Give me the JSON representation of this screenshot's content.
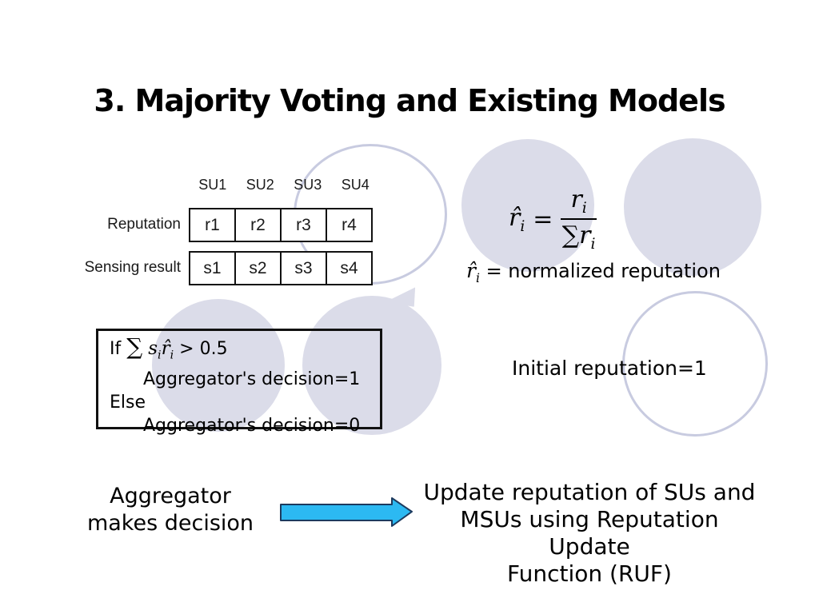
{
  "slide": {
    "title": "3. Majority Voting and Existing Models",
    "table": {
      "col_headers": [
        "SU1",
        "SU2",
        "SU3",
        "SU4"
      ],
      "rows": [
        {
          "label": "Reputation",
          "cells": [
            "r1",
            "r2",
            "r3",
            "r4"
          ]
        },
        {
          "label": "Sensing result",
          "cells": [
            "s1",
            "s2",
            "s3",
            "s4"
          ]
        }
      ]
    },
    "formula": {
      "rhat": "r̂",
      "sub": "i",
      "eq": "=",
      "r_var": "r",
      "sigma": "∑"
    },
    "normalized_note": {
      "rhat": "r̂",
      "sub": "i",
      "text": "= normalized reputation"
    },
    "decision_box": {
      "if_kw": "If",
      "sigma": "∑",
      "s_var": "s",
      "sub": "i",
      "rhat_var": "r̂",
      "cond_tail": "> 0.5",
      "then_line": "Aggregator's decision=1",
      "else_kw": "Else",
      "else_line": "Aggregator's decision=0"
    },
    "initial_reputation": "Initial reputation=1",
    "flow": {
      "left_line1": "Aggregator",
      "left_line2": "makes decision",
      "right_line1": "Update reputation of SUs and",
      "right_line2": "MSUs using Reputation Update",
      "right_line3": "Function (RUF)"
    },
    "colors": {
      "circle_fill": "#DBDCE9",
      "circle_stroke": "#C8CBE0",
      "arrow_fill": "#2CB9F2",
      "arrow_stroke": "#1C3A5E"
    }
  }
}
